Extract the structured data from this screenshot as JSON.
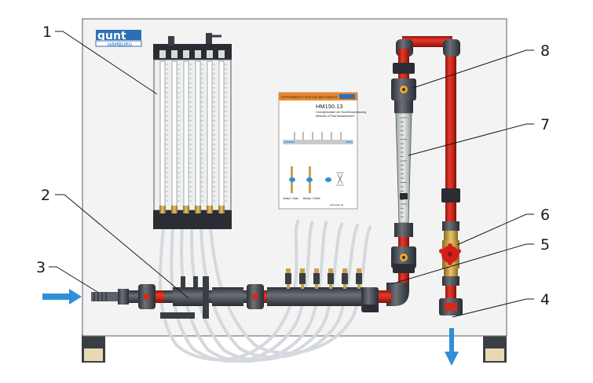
{
  "brand": {
    "name": "gunt",
    "sub": "HAMBURG"
  },
  "poster": {
    "header": "EXPERIMENTS IN FLUID MECHANICS",
    "title": "HM150.13",
    "subtitle_1": "Grundprinzipien der Durchflussmessung",
    "subtitle_2": "Methods of Flow Measurement",
    "caption_1": "Venturi / Düse",
    "caption_2": "Blende / Orifice",
    "footer": "www.gunt.de"
  },
  "callouts": [
    "1",
    "2",
    "3",
    "4",
    "5",
    "6",
    "7",
    "8"
  ],
  "colors": {
    "panel": "#f3f3f3",
    "pipe_red": "#d42a1e",
    "pipe_dark": "#4a4e55",
    "brass": "#c8a04a",
    "flow_arrow": "#2f8fd8",
    "tube": "#d9dde0",
    "valve_red": "#d41e1e",
    "gunt_blue": "#2c6fb6"
  },
  "icons": [
    "flow-in-arrow-icon",
    "flow-out-arrow-icon",
    "gunt-logo-icon",
    "handwheel-icon"
  ]
}
